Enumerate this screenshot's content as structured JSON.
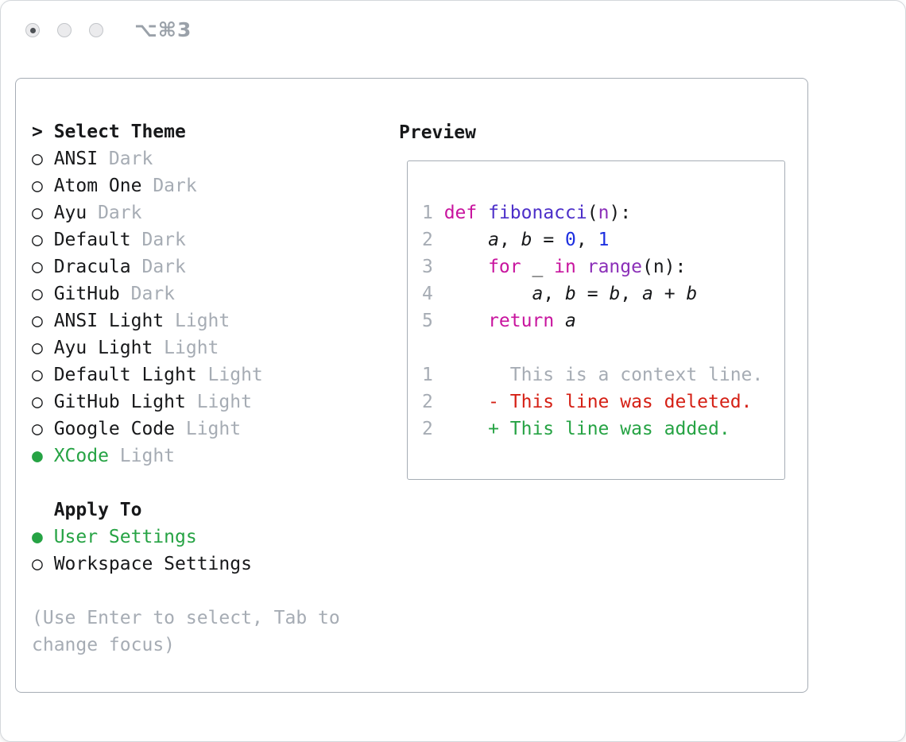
{
  "window": {
    "shortcut": "⌥⌘3"
  },
  "theme_selector": {
    "prompt": ">",
    "title": "Select Theme",
    "items": [
      {
        "name": "ANSI",
        "variant": "Dark",
        "selected": false
      },
      {
        "name": "Atom One",
        "variant": "Dark",
        "selected": false
      },
      {
        "name": "Ayu",
        "variant": "Dark",
        "selected": false
      },
      {
        "name": "Default",
        "variant": "Dark",
        "selected": false
      },
      {
        "name": "Dracula",
        "variant": "Dark",
        "selected": false
      },
      {
        "name": "GitHub",
        "variant": "Dark",
        "selected": false
      },
      {
        "name": "ANSI Light",
        "variant": "Light",
        "selected": false
      },
      {
        "name": "Ayu Light",
        "variant": "Light",
        "selected": false
      },
      {
        "name": "Default Light",
        "variant": "Light",
        "selected": false
      },
      {
        "name": "GitHub Light",
        "variant": "Light",
        "selected": false
      },
      {
        "name": "Google Code",
        "variant": "Light",
        "selected": false
      },
      {
        "name": "XCode",
        "variant": "Light",
        "selected": true
      }
    ]
  },
  "apply_to": {
    "title": "Apply To",
    "options": [
      {
        "label": "User Settings",
        "selected": true
      },
      {
        "label": "Workspace Settings",
        "selected": false
      }
    ]
  },
  "hint": "(Use Enter to select, Tab to change focus)",
  "preview": {
    "title": "Preview",
    "code_lines": [
      {
        "num": "1",
        "tokens": [
          {
            "text": "def"
          },
          {
            "text": " "
          },
          {
            "text": "fibonacci"
          },
          {
            "text": "("
          },
          {
            "text": "n"
          },
          {
            "text": "):"
          }
        ]
      },
      {
        "num": "2",
        "tokens": [
          {
            "text": "    "
          },
          {
            "text": "a"
          },
          {
            "text": ", "
          },
          {
            "text": "b"
          },
          {
            "text": " = "
          },
          {
            "text": "0"
          },
          {
            "text": ", "
          },
          {
            "text": "1"
          }
        ]
      },
      {
        "num": "3",
        "tokens": [
          {
            "text": "    "
          },
          {
            "text": "for"
          },
          {
            "text": " _ "
          },
          {
            "text": "in"
          },
          {
            "text": " "
          },
          {
            "text": "range"
          },
          {
            "text": "(n):"
          }
        ]
      },
      {
        "num": "4",
        "tokens": [
          {
            "text": "        "
          },
          {
            "text": "a"
          },
          {
            "text": ", "
          },
          {
            "text": "b"
          },
          {
            "text": " = "
          },
          {
            "text": "b"
          },
          {
            "text": ", "
          },
          {
            "text": "a"
          },
          {
            "text": " + "
          },
          {
            "text": "b"
          }
        ]
      },
      {
        "num": "5",
        "tokens": [
          {
            "text": "    "
          },
          {
            "text": "return"
          },
          {
            "text": " "
          },
          {
            "text": "a"
          }
        ]
      }
    ],
    "diff_lines": [
      {
        "num": "1",
        "text": "      This is a context line.",
        "type": "context"
      },
      {
        "num": "2",
        "text": "    - This line was deleted.",
        "type": "deleted"
      },
      {
        "num": "2",
        "text": "    + This line was added.",
        "type": "added"
      }
    ]
  },
  "colors": {
    "text": "#17181a",
    "muted": "#a6acb4",
    "green": "#26a344",
    "kw": "#c8149e",
    "fn": "#4c2fc9",
    "bi": "#8b2fb8",
    "nm": "#1c2fe0",
    "del": "#d52015",
    "add": "#26a344",
    "shortcut": "#9aa1a9",
    "window-border": "#d3d7db",
    "panel-border": "#a6adb5",
    "light-fill": "#ebebed",
    "light-border": "#c2c5c9",
    "light-dot": "#4e5256"
  }
}
